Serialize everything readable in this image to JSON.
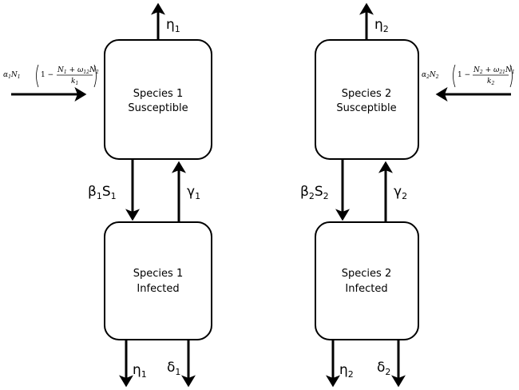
{
  "species1": {
    "susceptible": {
      "line1": "Species 1",
      "line2": "Susceptible"
    },
    "infected": {
      "line1": "Species 1",
      "line2": "Infected"
    },
    "birth": {
      "a": "α",
      "a_sub": "1",
      "n": "N",
      "n_sub": "1",
      "one_minus": "1 −",
      "num_n": "N",
      "num_n_sub": "1",
      "plus": " + ",
      "w": "ω",
      "w_sub": "12",
      "num_n2": "N",
      "num_n2_sub": "2",
      "den_k": "k",
      "den_k_sub": "1"
    },
    "eta_top": {
      "sym": "η",
      "sub": "1"
    },
    "infection": {
      "sym1": "β",
      "sub1": "1",
      "sym2": "S",
      "sub2": "1"
    },
    "recovery": {
      "sym": "γ",
      "sub": "1"
    },
    "eta_bottom": {
      "sym": "η",
      "sub": "1"
    },
    "delta": {
      "sym": "δ",
      "sub": "1"
    }
  },
  "species2": {
    "susceptible": {
      "line1": "Species 2",
      "line2": "Susceptible"
    },
    "infected": {
      "line1": "Species 2",
      "line2": "Infected"
    },
    "birth": {
      "a": "α",
      "a_sub": "2",
      "n": "N",
      "n_sub": "2",
      "one_minus": "1 −",
      "num_n": "N",
      "num_n_sub": "2",
      "plus": " + ",
      "w": "ω",
      "w_sub": "21",
      "num_n2": "N",
      "num_n2_sub": "1",
      "den_k": "k",
      "den_k_sub": "2"
    },
    "eta_top": {
      "sym": "η",
      "sub": "2"
    },
    "infection": {
      "sym1": "β",
      "sub1": "2",
      "sym2": "S",
      "sub2": "2"
    },
    "recovery": {
      "sym": "γ",
      "sub": "2"
    },
    "eta_bottom": {
      "sym": "η",
      "sub": "2"
    },
    "delta": {
      "sym": "δ",
      "sub": "2"
    }
  }
}
